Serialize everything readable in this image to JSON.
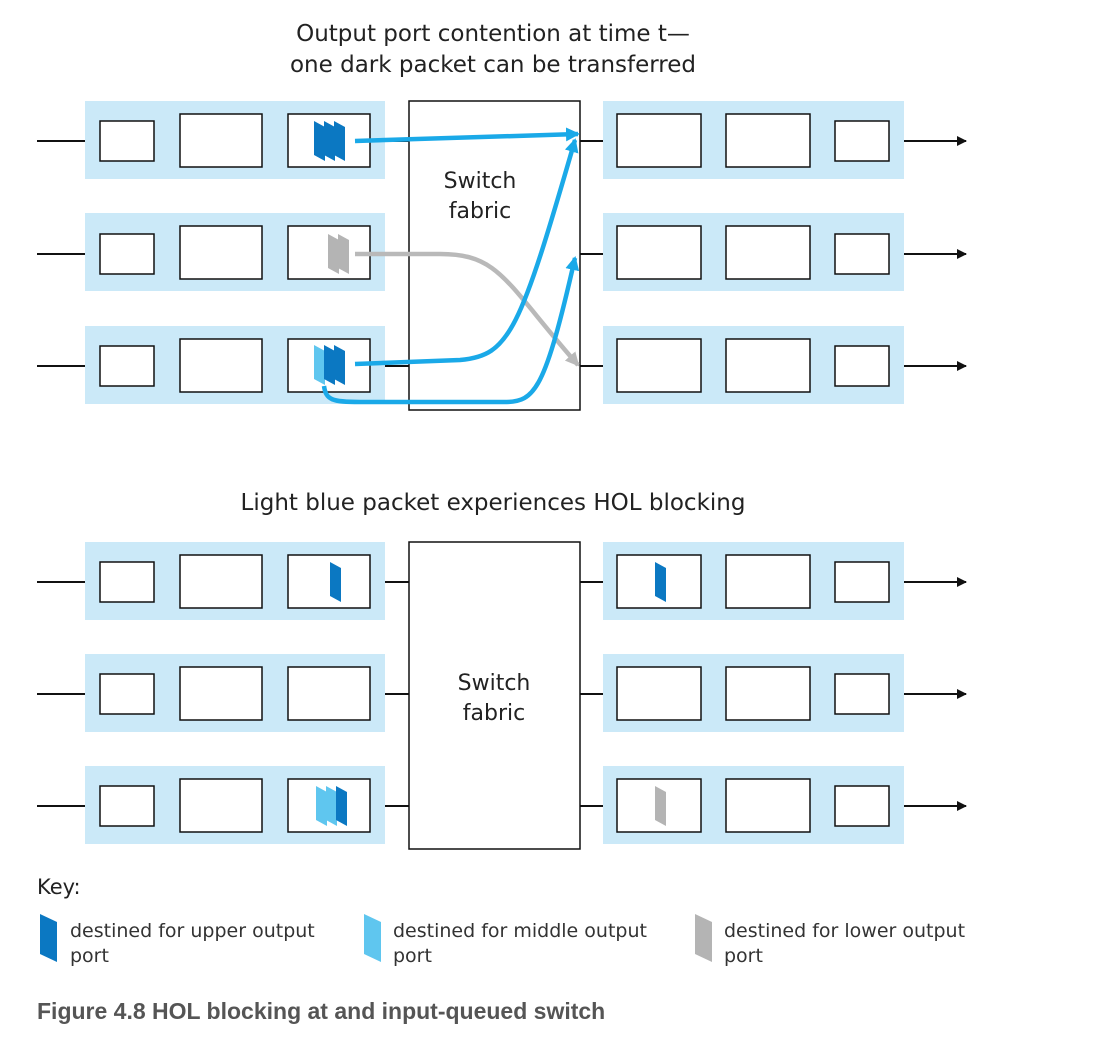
{
  "top": {
    "title_line1": "Output port contention at time t—",
    "title_line2": "one dark packet can be transferred",
    "fabric_line1": "Switch",
    "fabric_line2": "fabric"
  },
  "bottom": {
    "title": "Light blue packet experiences HOL blocking",
    "fabric_line1": "Switch",
    "fabric_line2": "fabric"
  },
  "key": {
    "heading": "Key:",
    "items": [
      {
        "line1": "destined for upper output",
        "line2": "port",
        "color": "#0b78c2",
        "icon": "dark-blue-packet-icon"
      },
      {
        "line1": "destined for middle output",
        "line2": "port",
        "color": "#5fc6ef",
        "icon": "light-blue-packet-icon"
      },
      {
        "line1": "destined for lower output",
        "line2": "port",
        "color": "#b4b4b4",
        "icon": "gray-packet-icon"
      }
    ]
  },
  "caption": "Figure 4.8 HOL blocking at and input-queued switch",
  "colors": {
    "port_fill": "#cbe9f8",
    "flow_arrow": "#1aa9e8",
    "blocked_arrow": "#b9b9b9",
    "dark_packet": "#0b78c2",
    "light_packet": "#5fc6ef",
    "gray_packet": "#b4b4b4"
  }
}
